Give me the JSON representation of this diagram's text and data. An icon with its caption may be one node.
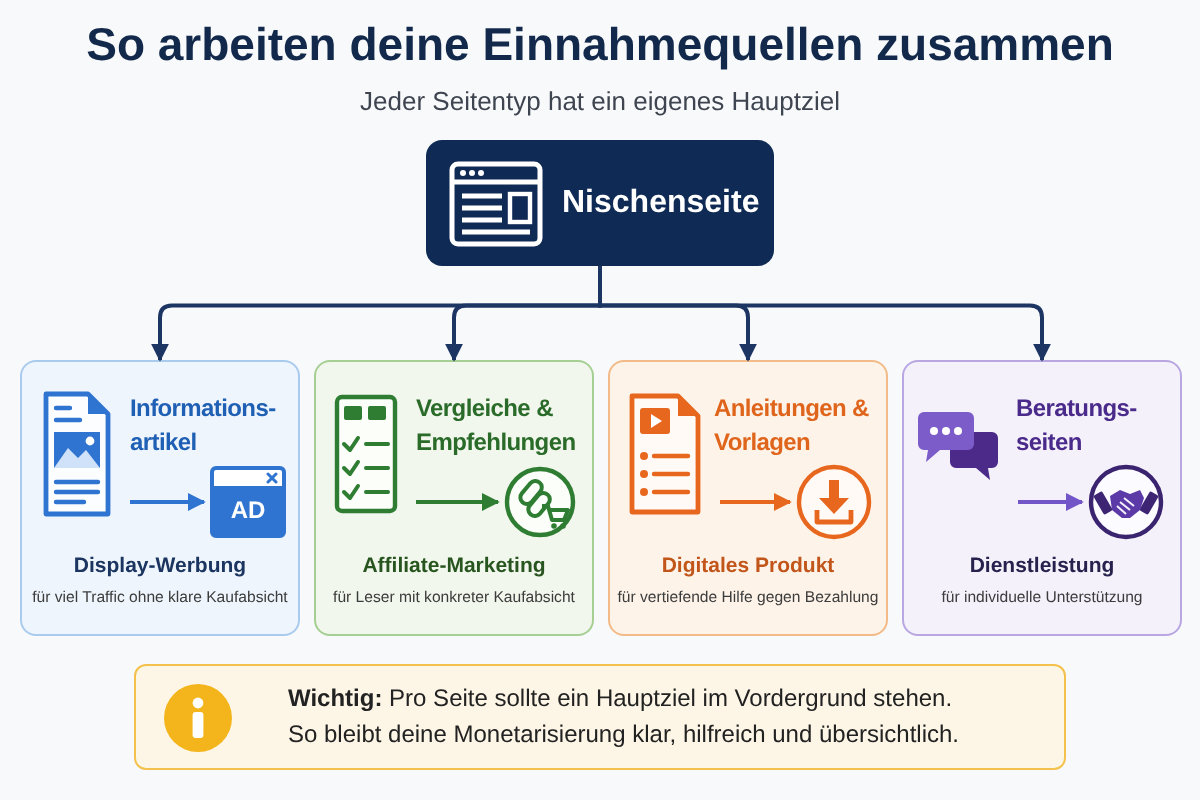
{
  "diagram": {
    "title": "So arbeiten deine Einnahmequellen zusammen",
    "nodes": [
      {
        "text": [
          "Nischenseite"
        ]
      },
      {
        "text": [
          "Informations- artikel",
          "Display-Werbung",
          "für viel Traffic ohne klare Kaufabsicht"
        ]
      },
      {
        "text": [],
        "shape": "picture",
        "in": 1
      },
      {
        "text": [
          "AD"
        ],
        "in": 1
      },
      {
        "text": [
          "Vergleiche & Empfehlungen",
          "Affiliate-Marketing",
          "für Leser mit konkreter Kaufabsicht"
        ]
      },
      {
        "text": [],
        "shape": "picture",
        "in": 4
      },
      {
        "text": [],
        "shape": "picture",
        "in": 4
      },
      {
        "text": [
          "Anleitungen & Vorlagen",
          "Digitales Produkt",
          "für vertiefende Hilfe gegen Bezahlung"
        ]
      },
      {
        "text": [],
        "shape": "picture",
        "in": 7
      },
      {
        "text": [],
        "shape": "picture",
        "in": 7
      },
      {
        "text": [
          "Beratungs- seiten",
          "Dienstleistung",
          "für individuelle Unterstützung"
        ]
      },
      {
        "text": [],
        "shape": "picture",
        "in": 10
      },
      {
        "text": [],
        "shape": "picture",
        "in": 10
      },
      {
        "text": [
          "**Wichtig:** Pro Seite sollte ein Hauptziel im Vordergrund stehen. So bleibt deine Monetarisierung klar, hilfreich und übersichtlich."
        ]
      }
    ],
    "edges": [
      {
        "from": 0,
        "to": 1,
        "arrow": "to"
      },
      {
        "from": 0,
        "to": 4,
        "arrow": "to"
      },
      {
        "from": 0,
        "to": 7,
        "arrow": "to"
      },
      {
        "from": 0,
        "to": 10,
        "arrow": "to"
      },
      {
        "from": 2,
        "to": 3,
        "arrow": "to",
        "color": "#2f74d0"
      },
      {
        "from": 5,
        "to": 6,
        "arrow": "to",
        "color": "#2e7d32"
      },
      {
        "from": 8,
        "to": 9,
        "arrow": "to",
        "color": "#e8671e"
      },
      {
        "from": 11,
        "to": 12,
        "arrow": "to",
        "color": "#7256c8"
      }
    ],
    "labels": [
      "Jeder Seitentyp hat ein eigenes Hauptziel"
    ]
  }
}
